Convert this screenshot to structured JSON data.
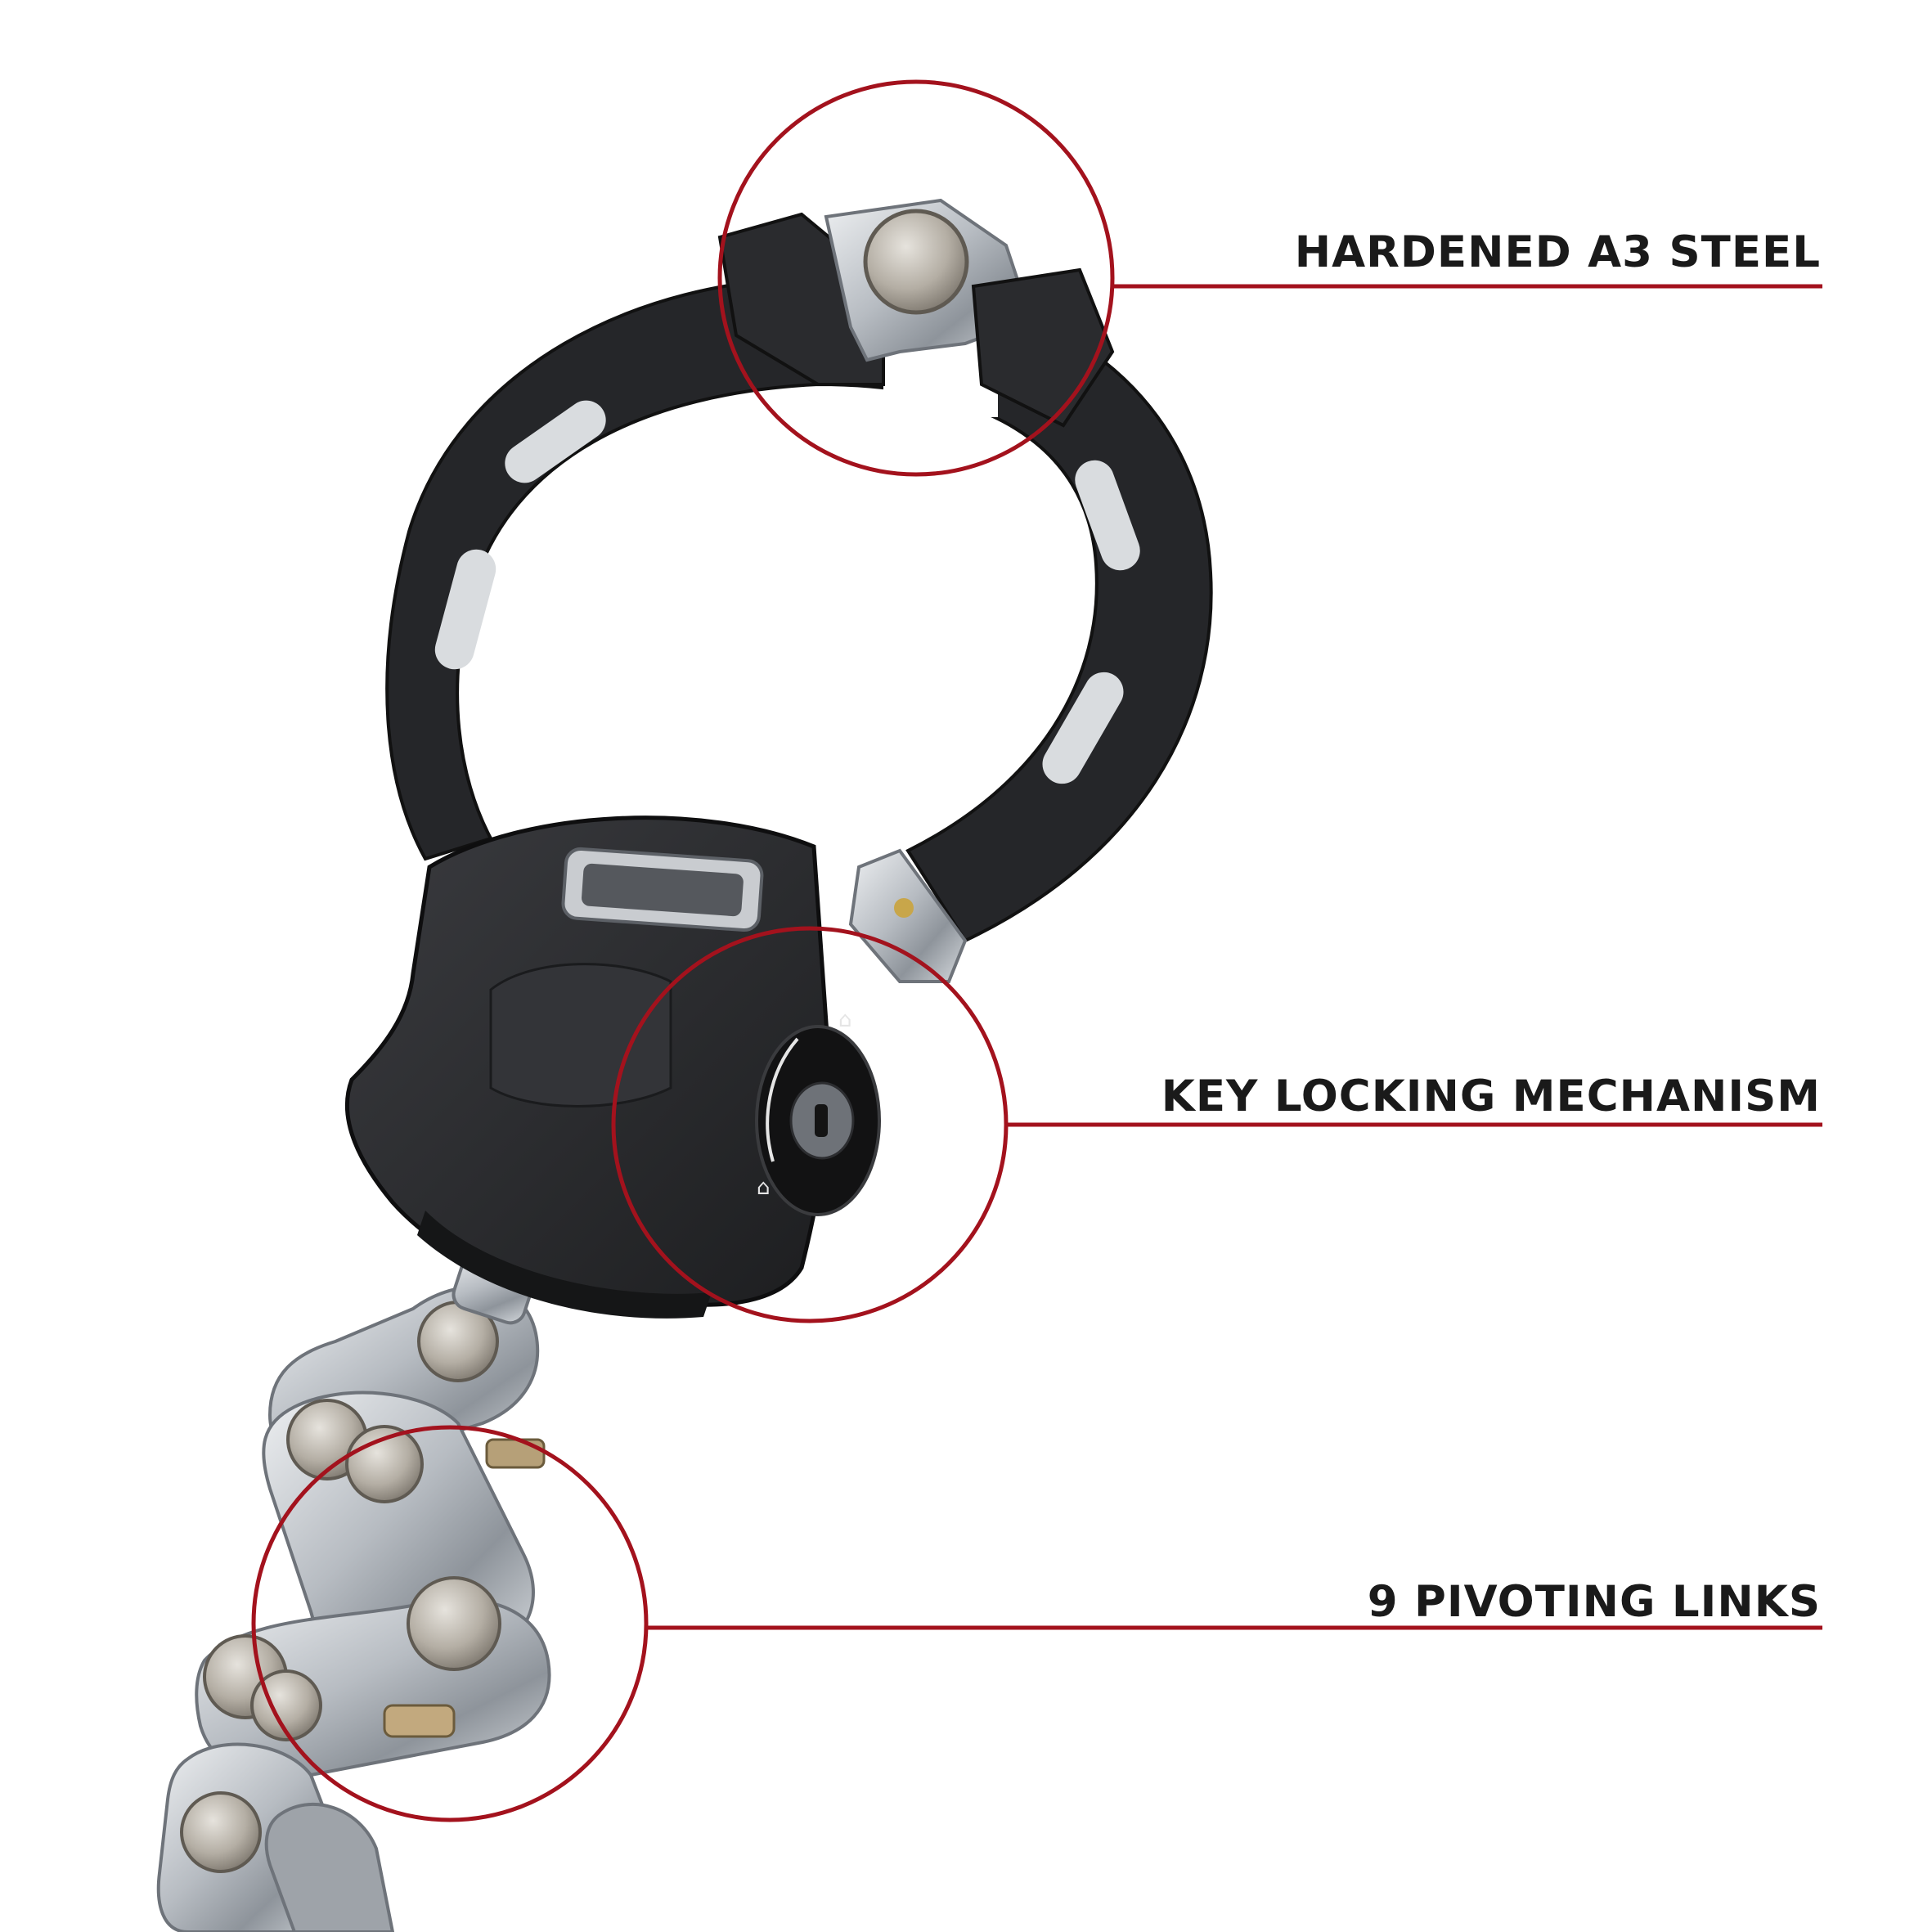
{
  "callouts": {
    "steel": {
      "label": "HARDENED A3 STEEL"
    },
    "key": {
      "label": "KEY LOCKING MECHANISM"
    },
    "links": {
      "label": "9 PIVOTING LINKS"
    }
  },
  "colors": {
    "accent": "#a3121d",
    "lock_body": "#2a2b2e",
    "steel": "#c9cdd2",
    "text": "#1a1a1a",
    "background": "#ffffff"
  }
}
